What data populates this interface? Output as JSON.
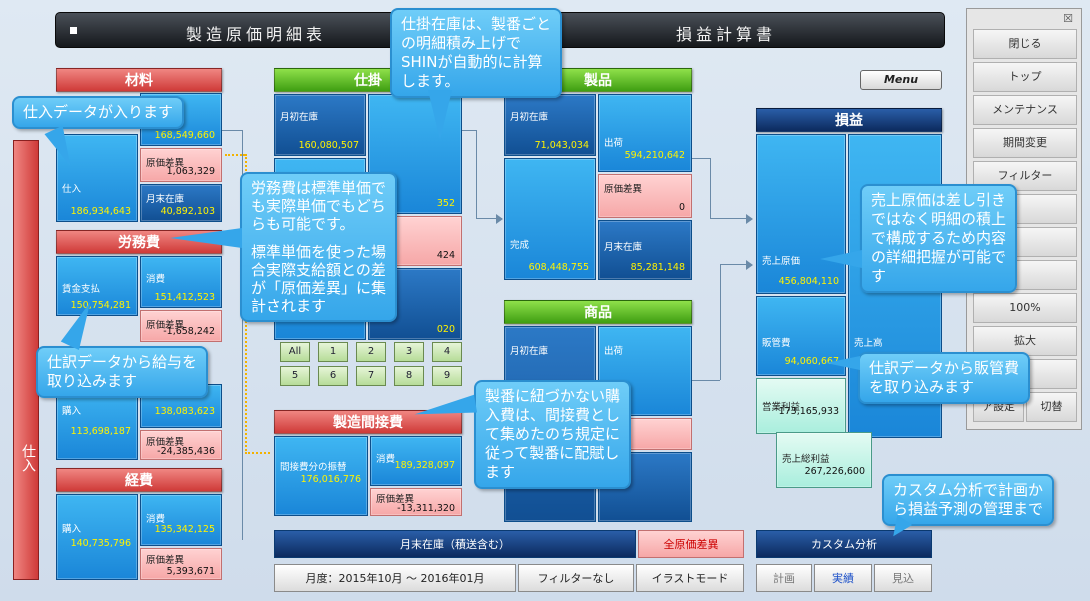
{
  "title": {
    "left": "製造原価明細表",
    "right": "損益計算書"
  },
  "menu_button": "Menu",
  "side_label": "仕入",
  "material": {
    "header": "材料",
    "consumption_value": "168,549,660",
    "variance_label": "原価差異",
    "variance_value": "1,063,329",
    "purchase_label": "仕入",
    "purchase_value": "186,934,643",
    "ending_label": "月末在庫",
    "ending_value": "40,892,103"
  },
  "labor": {
    "header": "労務費",
    "pay_label": "賃金支払",
    "pay_value": "150,754,281",
    "consumption_label": "消費",
    "consumption_value": "151,412,523",
    "variance_label": "原価差異",
    "variance_value": "-1,658,242"
  },
  "outsourcing": {
    "purchase_label": "購入",
    "purchase_value": "113,698,187",
    "consumption_value": "138,083,623",
    "variance_label": "原価差異",
    "variance_value": "-24,385,436"
  },
  "expenses": {
    "header": "経費",
    "purchase_label": "購入",
    "purchase_value": "140,735,796",
    "consumption_label": "消費",
    "consumption_value": "135,342,125",
    "variance_label": "原価差異",
    "variance_value": "5,393,671"
  },
  "wip": {
    "header": "仕掛",
    "opening_label": "月初在庫",
    "opening_value": "160,080,507",
    "v1": "352",
    "v2": "424",
    "v3": "020"
  },
  "number_grid": {
    "all": "All",
    "row1": [
      "1",
      "2",
      "3",
      "4"
    ],
    "row2": [
      "5",
      "6",
      "7",
      "8",
      "9"
    ]
  },
  "overhead": {
    "header": "製造間接費",
    "alloc_label": "間接費分の振替",
    "alloc_value": "176,016,776",
    "consumption_label": "消費",
    "consumption_value": "189,328,097",
    "variance_label": "原価差異",
    "variance_value": "-13,311,320"
  },
  "finished": {
    "header": "製品",
    "opening_label": "月初在庫",
    "opening_value": "71,043,034",
    "ship_label": "出荷",
    "ship_value": "594,210,642",
    "variance_label": "原価差異",
    "variance_value": "0",
    "complete_label": "完成",
    "complete_value": "608,448,755",
    "ending_label": "月末在庫",
    "ending_value": "85,281,148"
  },
  "merchandise": {
    "header": "商品",
    "opening_label": "月初在庫",
    "ship_label": "出荷"
  },
  "pl": {
    "header": "損益",
    "cogs_label": "売上原価",
    "cogs_value": "456,804,110",
    "sga_label": "販管費",
    "sga_value": "94,060,667",
    "sales_label": "売上高",
    "op_label": "営業利益",
    "op_value": "173,165,933",
    "gross_label": "売上総利益",
    "gross_value": "267,226,600"
  },
  "bottom": {
    "ending_inventory": "月末在庫（積送含む）",
    "all_variance": "全原価差異",
    "period": "月度：2015年10月 ～ 2016年01月",
    "filter": "フィルターなし",
    "illustration": "イラストモード",
    "custom": "カスタム分析",
    "plan": "計画",
    "actual": "実績",
    "forecast": "見込"
  },
  "side_menu": {
    "close_x": "☒",
    "items": [
      "閉じる",
      "トップ",
      "メンテナンス",
      "期間変更",
      "フィルター"
    ],
    "lower": [
      "100%",
      "拡大"
    ],
    "bottom_left": "ア設定",
    "bottom_right": "切替"
  },
  "callouts": {
    "c1": "仕入データが入ります",
    "c2": [
      "仕掛在庫は、製番ごと",
      "の明細積み上げで",
      "SHINが自動的に計算",
      "します。"
    ],
    "c3": [
      "労務費は標準単価で",
      "も実際単価でもどち",
      "らも可能です。",
      "",
      "標準単価を使った場",
      "合実際支給額との差",
      "が「原価差異」に集",
      "計されます"
    ],
    "c4": [
      "仕訳データから給与を",
      "取り込みます"
    ],
    "c5": [
      "製番に紐づかない購",
      "入費は、間接費とし",
      "て集めたのち規定に",
      "従って製番に配賦し",
      "ます"
    ],
    "c6": [
      "売上原価は差し引き",
      "ではなく明細の積上",
      "で構成するため内容",
      "の詳細把握が可能で",
      "す"
    ],
    "c7": [
      "仕訳データから販管費",
      "を取り込みます"
    ],
    "c8": [
      "カスタム分析で計画か",
      "ら損益予測の管理まで"
    ]
  },
  "colors": {
    "accent_red": "#cf3a38",
    "accent_green": "#3f9e12",
    "accent_blue": "#1a86d8",
    "navy": "#0c2a5e",
    "callout": "#35a6ea"
  }
}
